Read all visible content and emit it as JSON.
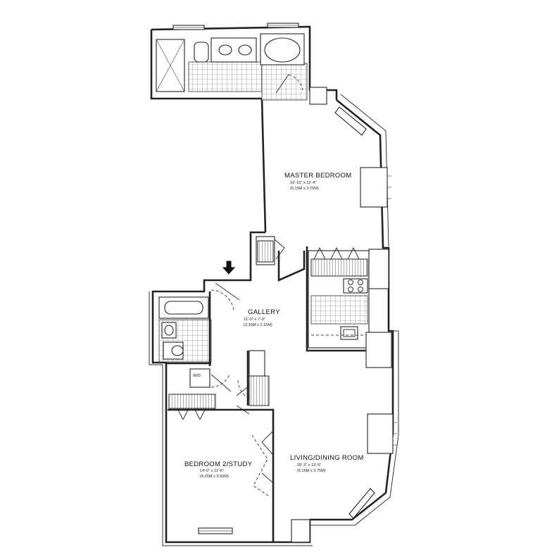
{
  "rooms": {
    "master_bedroom": {
      "name": "MASTER BEDROOM",
      "dim_imperial": "16'-10\" x 12'-4\"",
      "dim_metric": "(5.15M x 3.75M)"
    },
    "gallery": {
      "name": "GALLERY",
      "dim_imperial": "11'-0\" x 7'-0\"",
      "dim_metric": "(3.35M x 2.15M)"
    },
    "bedroom2": {
      "name": "BEDROOM 2/STUDY",
      "dim_imperial": "14'-0\" x 11'-6\"",
      "dim_metric": "(4.25M x 3.50M)"
    },
    "living": {
      "name": "LIVING/DINING ROOM",
      "dim_imperial": "20'-3\" x 12'-5\"",
      "dim_metric": "(6.15M x 3.75M)"
    }
  },
  "labels": {
    "washer_dryer": "W/D"
  },
  "icons": {
    "entry": "entry-arrow-icon"
  },
  "colors": {
    "line": "#222222",
    "background": "#ffffff"
  }
}
